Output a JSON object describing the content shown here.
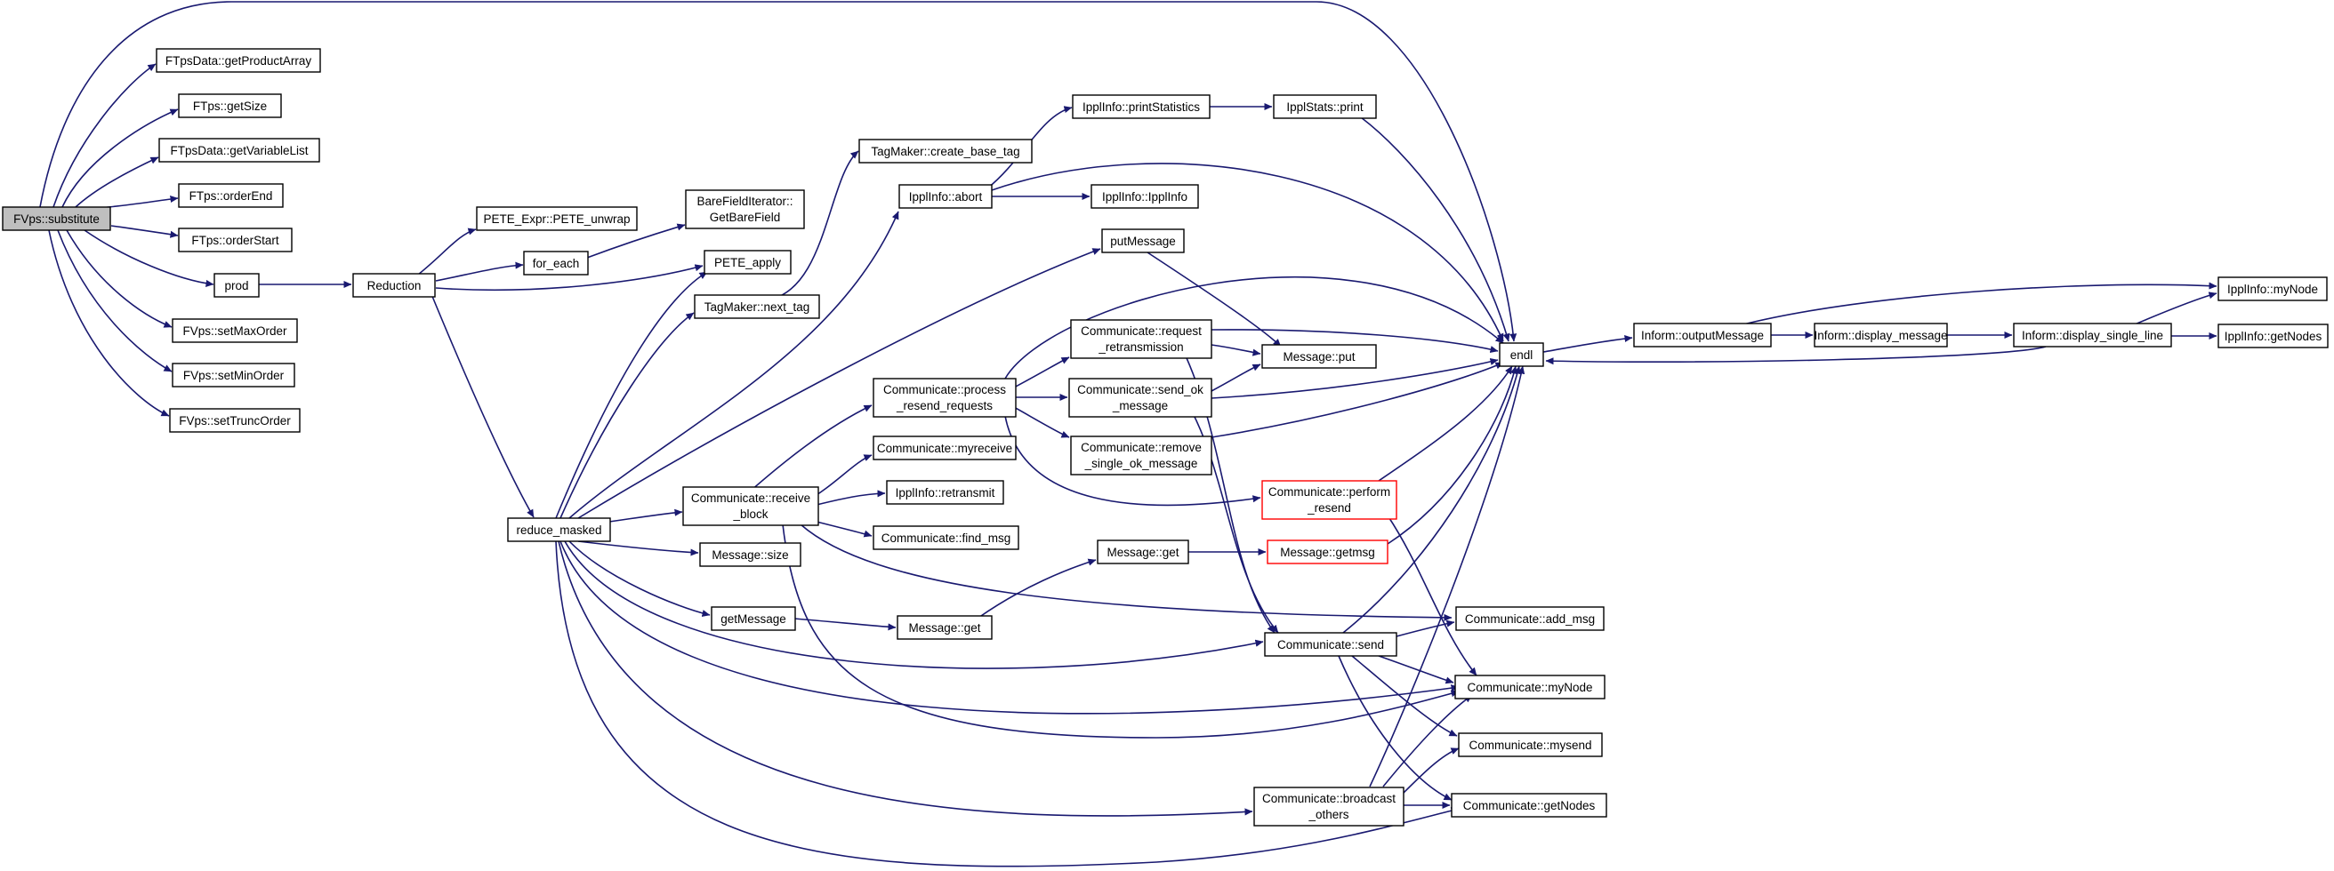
{
  "graph": {
    "root": "FVps::substitute",
    "colors": {
      "edge": "#191970",
      "node_border": "#000000",
      "root_fill": "#bfbfbf",
      "truncated_border": "#ff0000"
    },
    "nodes": [
      {
        "id": "n0",
        "lines": [
          "FVps::substitute"
        ],
        "style": "root"
      },
      {
        "id": "n1",
        "lines": [
          "FTpsData::getProductArray"
        ]
      },
      {
        "id": "n2",
        "lines": [
          "FTps::getSize"
        ]
      },
      {
        "id": "n3",
        "lines": [
          "FTpsData::getVariableList"
        ]
      },
      {
        "id": "n4",
        "lines": [
          "FTps::orderEnd"
        ]
      },
      {
        "id": "n5",
        "lines": [
          "FTps::orderStart"
        ]
      },
      {
        "id": "n6",
        "lines": [
          "prod"
        ]
      },
      {
        "id": "n7",
        "lines": [
          "FVps::setMaxOrder"
        ]
      },
      {
        "id": "n8",
        "lines": [
          "FVps::setMinOrder"
        ]
      },
      {
        "id": "n9",
        "lines": [
          "FVps::setTruncOrder"
        ]
      },
      {
        "id": "n10",
        "lines": [
          "Reduction"
        ]
      },
      {
        "id": "n11",
        "lines": [
          "PETE_Expr::PETE_unwrap"
        ]
      },
      {
        "id": "n12",
        "lines": [
          "for_each"
        ]
      },
      {
        "id": "n13",
        "lines": [
          "BareFieldIterator::",
          "GetBareField"
        ]
      },
      {
        "id": "n14",
        "lines": [
          "PETE_apply"
        ]
      },
      {
        "id": "n15",
        "lines": [
          "reduce_masked"
        ]
      },
      {
        "id": "n16",
        "lines": [
          "TagMaker::create_base_tag"
        ]
      },
      {
        "id": "n17",
        "lines": [
          "TagMaker::next_tag"
        ]
      },
      {
        "id": "n18",
        "lines": [
          "IpplInfo::abort"
        ]
      },
      {
        "id": "n19",
        "lines": [
          "IpplInfo::printStatistics"
        ]
      },
      {
        "id": "n20",
        "lines": [
          "IpplStats::print"
        ]
      },
      {
        "id": "n21",
        "lines": [
          "IpplInfo::IpplInfo"
        ]
      },
      {
        "id": "n22",
        "lines": [
          "putMessage"
        ]
      },
      {
        "id": "n23",
        "lines": [
          "Communicate::receive",
          "_block"
        ]
      },
      {
        "id": "n24",
        "lines": [
          "Communicate::process",
          "_resend_requests"
        ]
      },
      {
        "id": "n25",
        "lines": [
          "Communicate::myreceive"
        ]
      },
      {
        "id": "n26",
        "lines": [
          "IpplInfo::retransmit"
        ]
      },
      {
        "id": "n27",
        "lines": [
          "Communicate::find_msg"
        ]
      },
      {
        "id": "n28",
        "lines": [
          "Message::size"
        ]
      },
      {
        "id": "n29",
        "lines": [
          "getMessage"
        ]
      },
      {
        "id": "n30",
        "lines": [
          "Message::get"
        ]
      },
      {
        "id": "n31",
        "lines": [
          "Communicate::request",
          "_retransmission"
        ]
      },
      {
        "id": "n32",
        "lines": [
          "Communicate::send_ok",
          "_message"
        ]
      },
      {
        "id": "n33",
        "lines": [
          "Communicate::remove",
          "_single_ok_message"
        ]
      },
      {
        "id": "n34",
        "lines": [
          "Message::get"
        ]
      },
      {
        "id": "n35",
        "lines": [
          "Message::put"
        ]
      },
      {
        "id": "n36",
        "lines": [
          "Communicate::perform",
          "_resend"
        ],
        "style": "red"
      },
      {
        "id": "n37",
        "lines": [
          "Message::getmsg"
        ],
        "style": "red"
      },
      {
        "id": "n38",
        "lines": [
          "Communicate::send"
        ]
      },
      {
        "id": "n39",
        "lines": [
          "Communicate::broadcast",
          "_others"
        ]
      },
      {
        "id": "n40",
        "lines": [
          "endl"
        ]
      },
      {
        "id": "n41",
        "lines": [
          "Communicate::add_msg"
        ]
      },
      {
        "id": "n42",
        "lines": [
          "Communicate::myNode"
        ]
      },
      {
        "id": "n43",
        "lines": [
          "Communicate::mysend"
        ]
      },
      {
        "id": "n44",
        "lines": [
          "Communicate::getNodes"
        ]
      },
      {
        "id": "n45",
        "lines": [
          "Inform::outputMessage"
        ]
      },
      {
        "id": "n46",
        "lines": [
          "Inform::display_message"
        ]
      },
      {
        "id": "n47",
        "lines": [
          "Inform::display_single_line"
        ]
      },
      {
        "id": "n48",
        "lines": [
          "IpplInfo::myNode"
        ]
      },
      {
        "id": "n49",
        "lines": [
          "IpplInfo::getNodes"
        ]
      }
    ]
  }
}
